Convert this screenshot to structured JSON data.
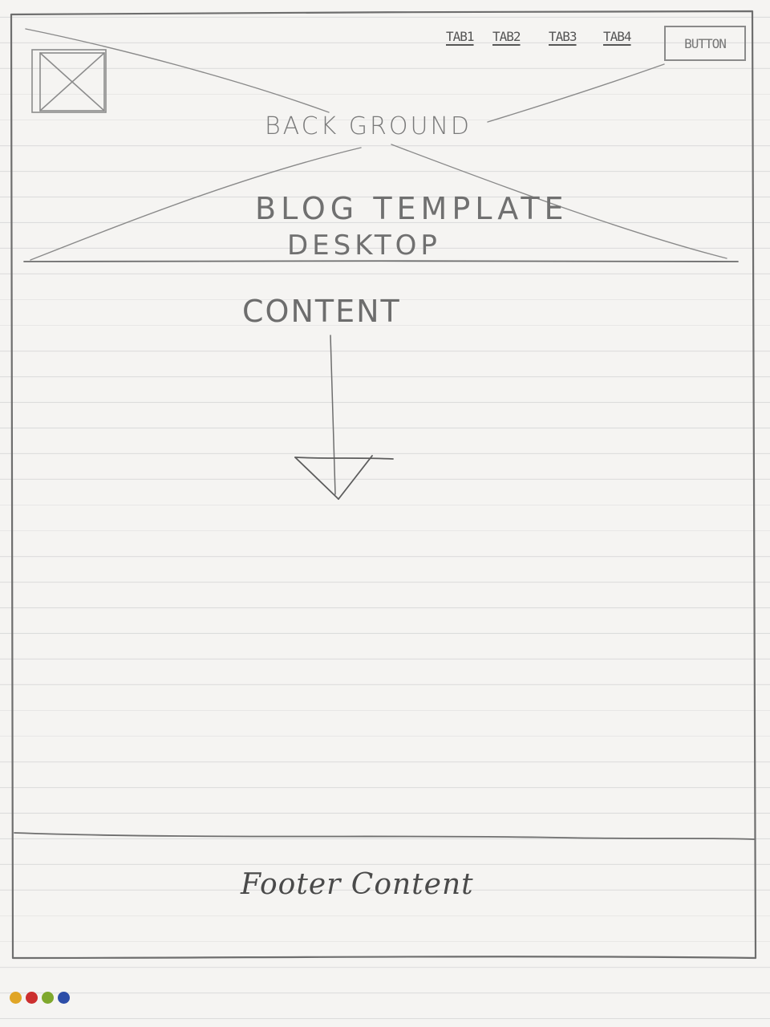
{
  "nav": {
    "tabs": [
      "TAB1",
      "TAB2",
      "TAB3",
      "TAB4"
    ],
    "button_label": "BUTTON"
  },
  "hero": {
    "background_label": "BACK GROUND",
    "title_line1": "BLOG TEMPLATE",
    "title_line2": "DESKTOP"
  },
  "main": {
    "content_label": "CONTENT"
  },
  "footer": {
    "text": "Footer Content"
  },
  "logo_icon": "image-placeholder-icon",
  "scroll_icon": "down-arrow-icon",
  "colors": {
    "pencil": "#6b6b6b",
    "paper": "#f5f4f2",
    "dot1": "#e0a526",
    "dot2": "#cc2f2f",
    "dot3": "#7fa82d",
    "dot4": "#2d4ea8"
  }
}
